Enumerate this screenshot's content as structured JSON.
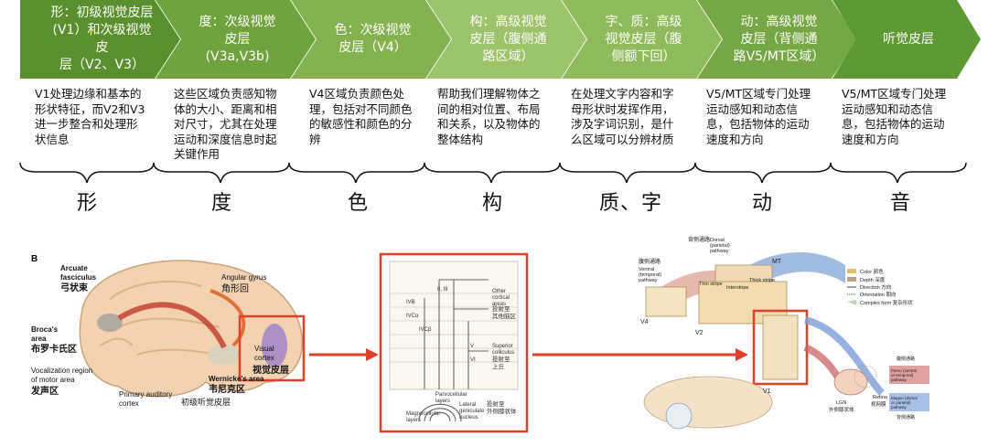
{
  "header": {
    "steps": [
      {
        "label": "形：初级视觉皮层\n(V1）和次级视觉皮\n层（V2、V3）",
        "color": "#5a8f2e"
      },
      {
        "label": "度：次级视觉\n皮层\n(V3a,V3b)",
        "color": "#6fa33d"
      },
      {
        "label": "色：次级视觉\n皮层（V4）",
        "color": "#84b24f"
      },
      {
        "label": "构：高级视觉\n皮层（腹侧通\n路区域）",
        "color": "#9cc26a"
      },
      {
        "label": "字、质：高级\n视觉皮层（腹\n侧额下回）",
        "color": "#8fbb5c"
      },
      {
        "label": "动：高级视觉\n皮层（背侧通\n路V5/MT区域）",
        "color": "#75a845"
      },
      {
        "label": "听觉皮层",
        "color": "#5e9a34"
      }
    ]
  },
  "descriptions": [
    "V1处理边缘和基本的形状特征，而V2和V3进一步整合和处理形状信息",
    "这些区域负责感知物体的大小、距离和相对尺寸，尤其在处理运动和深度信息时起关键作用",
    "V4区域负责颜色处理，包括对不同颜色的敏感性和颜色的分辨",
    "帮助我们理解物体之间的相对位置、布局和关系，以及物体的整体结构",
    "在处理文字内容和字母形状时发挥作用，涉及字词识别，是什么区域可以分辨材质",
    "V5/MT区域专门处理运动感知和动态信息，包括物体的运动速度和方向",
    "V5/MT区域专门处理运动感知和动态信息，包括物体的运动速度和方向"
  ],
  "big_chars": [
    "形",
    "度",
    "色",
    "构",
    "质、字",
    "动",
    "音"
  ],
  "brain_figure": {
    "panel": "B",
    "arcuate_en": "Arcuate\nfasciculus",
    "arcuate_zh": "弓状束",
    "angular_en": "Angular gyrus",
    "angular_zh": "角形回",
    "broca_en": "Broca's\narea",
    "broca_zh": "布罗卡氏区",
    "vocal_en": "Vocalization region\nof motor area",
    "vocal_zh": "发声区",
    "auditory_en": "Primary auditory\ncortex",
    "wernicke_en": "Wernicke's area",
    "wernicke_zh": "韦尼克区",
    "aux_zh": "初级听觉皮层",
    "visual_en": "Visual\ncortex",
    "visual_zh": "视觉皮层"
  },
  "layer_figure": {
    "layers": [
      "IVB",
      "IVCα",
      "IVCβ",
      "V",
      "VI"
    ],
    "top_label": "II, III",
    "other_cortical": "Other\ncortical\nareas",
    "other_zh": "投射至\n其他脑区",
    "superior": "Superior\ncolliculus",
    "superior_zh": "投射至\n上丘",
    "parvo": "Parvocellular\nlayers",
    "lateral": "Lateral\ngeniculate\nnucleus",
    "lateral_zh": "投射至\n外侧膝状体",
    "magno": "Magnocellular\nlayers"
  },
  "pathway_figure": {
    "dorsal_top_zh": "背侧通路",
    "dorsal_top_en": "Dorsal\n(parietal)\npathway",
    "ventral_zh": "腹侧通路",
    "ventral_en": "Ventral\n(temporal)\npathway",
    "mt": "MT",
    "v4": "V4",
    "v2": "V2",
    "v1": "V1",
    "thin_stripe": "Thin stripe",
    "interstripe": "Interstripe",
    "thick_stripe": "Thick stripe",
    "lgn": "LGN",
    "lgn_zh": "外侧膝状体",
    "retina": "Retina",
    "retina_zh": "视网膜",
    "legend": [
      {
        "en": "Color",
        "zh": "颜色"
      },
      {
        "en": "Depth",
        "zh": "深度"
      },
      {
        "en": "Direction",
        "zh": "方向"
      },
      {
        "en": "Orientation",
        "zh": "朝向"
      },
      {
        "en": "Complex form",
        "zh": "复杂形状"
      }
    ],
    "parvo_box": "Parvo (ventral\nor temporal)\npathway",
    "magno_box": "Magno (dorsal\nor parietal)\npathway",
    "ventral_side_zh": "腹侧通路",
    "dorsal_side_zh": "背侧通路"
  },
  "colors": {
    "highlight": "#e0402a",
    "arrow": "#e0402a",
    "brain": "#f2d2b0"
  }
}
